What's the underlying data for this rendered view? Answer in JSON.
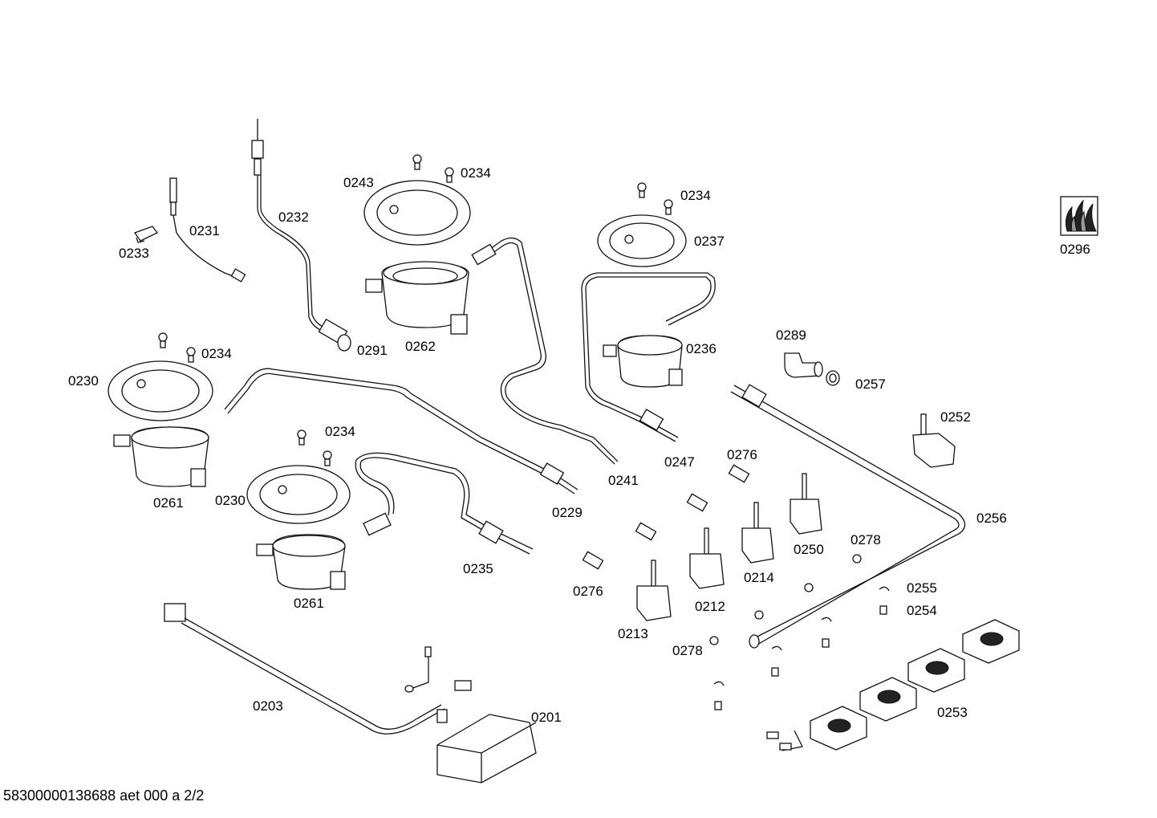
{
  "labels": {
    "l0231": "0231",
    "l0232": "0232",
    "l0233": "0233",
    "l0243": "0243",
    "l0234a": "0234",
    "l0234b": "0234",
    "l0234c": "0234",
    "l0234d": "0234",
    "l0237": "0237",
    "l0236": "0236",
    "l0262": "0262",
    "l0291": "0291",
    "l0230a": "0230",
    "l0230b": "0230",
    "l0261a": "0261",
    "l0261b": "0261",
    "l0289": "0289",
    "l0257": "0257",
    "l0252": "0252",
    "l0247": "0247",
    "l0241": "0241",
    "l0229": "0229",
    "l0235": "0235",
    "l0276a": "0276",
    "l0276b": "0276",
    "l0256": "0256",
    "l0250": "0250",
    "l0278a": "0278",
    "l0278b": "0278",
    "l0214": "0214",
    "l0212": "0212",
    "l0213": "0213",
    "l0255": "0255",
    "l0254": "0254",
    "l0253": "0253",
    "l0203": "0203",
    "l0201": "0201",
    "l0296": "0296"
  },
  "footer": "58300000138688 aet 000 a 2/2",
  "icons": {
    "flame": "flame-logo-icon"
  }
}
